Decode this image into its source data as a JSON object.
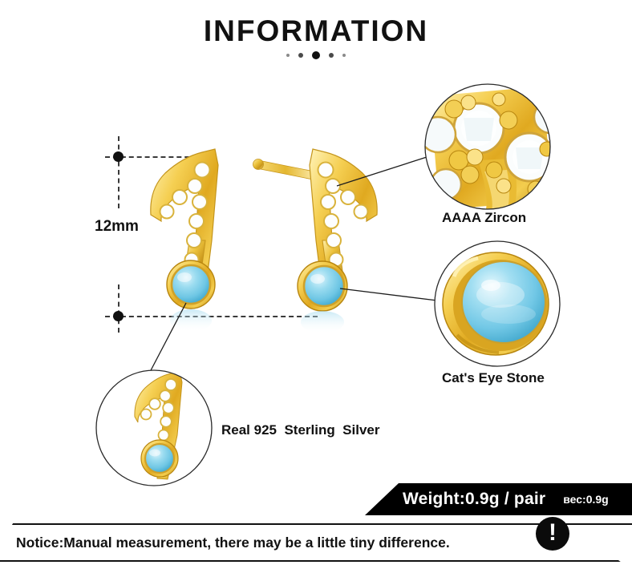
{
  "header": {
    "title": "INFORMATION",
    "dot_count": 5
  },
  "measurement": {
    "value": "12mm",
    "unit_system": "metric"
  },
  "callouts": [
    {
      "id": "zircon",
      "label": "AAAA Zircon"
    },
    {
      "id": "stone",
      "label": "Cat's Eye Stone"
    },
    {
      "id": "material",
      "label": "Real 925  Sterling  Silver"
    }
  ],
  "weight_bar": {
    "main": "Weight:0.9g / pair",
    "russian": "вес:0.9g"
  },
  "notice": {
    "text": "Notice:Manual measurement, there may be a little tiny difference.",
    "badge": "!"
  },
  "colors": {
    "gold_light": "#ffe9a0",
    "gold_mid": "#e8b832",
    "gold_dark": "#b8860f",
    "stone_blue": "#8ad3ea",
    "stone_blue_dark": "#4ab3d6",
    "ink": "#111111",
    "banner_bg": "#000000"
  },
  "product": {
    "shape": "musical-note-eighth",
    "pieces": 2,
    "pave_stone_count": 9
  }
}
